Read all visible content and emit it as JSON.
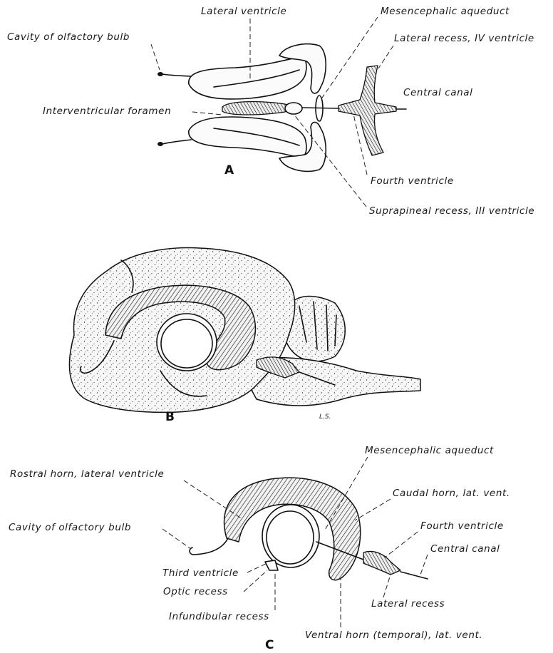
{
  "panels": {
    "a": {
      "label": "A",
      "callouts": {
        "cavity_olfactory_bulb": "Cavity of olfactory bulb",
        "lateral_ventricle": "Lateral ventricle",
        "mesencephalic_aqueduct": "Mesencephalic aqueduct",
        "lateral_recess_iv": "Lateral recess, IV ventricle",
        "central_canal": "Central canal",
        "interventricular_foramen": "Interventricular foramen",
        "fourth_ventricle": "Fourth ventricle",
        "suprapineal_recess": "Suprapineal recess, III ventricle"
      }
    },
    "b": {
      "label": "B",
      "signature": "L.S."
    },
    "c": {
      "label": "C",
      "callouts": {
        "mesencephalic_aqueduct": "Mesencephalic aqueduct",
        "rostral_horn": "Rostral horn, lateral ventricle",
        "caudal_horn": "Caudal horn, lat. vent.",
        "cavity_olfactory_bulb": "Cavity of olfactory bulb",
        "fourth_ventricle": "Fourth ventricle",
        "central_canal": "Central canal",
        "third_ventricle": "Third ventricle",
        "optic_recess": "Optic recess",
        "lateral_recess": "Lateral recess",
        "infundibular_recess": "Infundibular recess",
        "ventral_horn": "Ventral horn (temporal), lat. vent."
      }
    }
  },
  "colors": {
    "ink": "#111111",
    "background": "#ffffff"
  }
}
